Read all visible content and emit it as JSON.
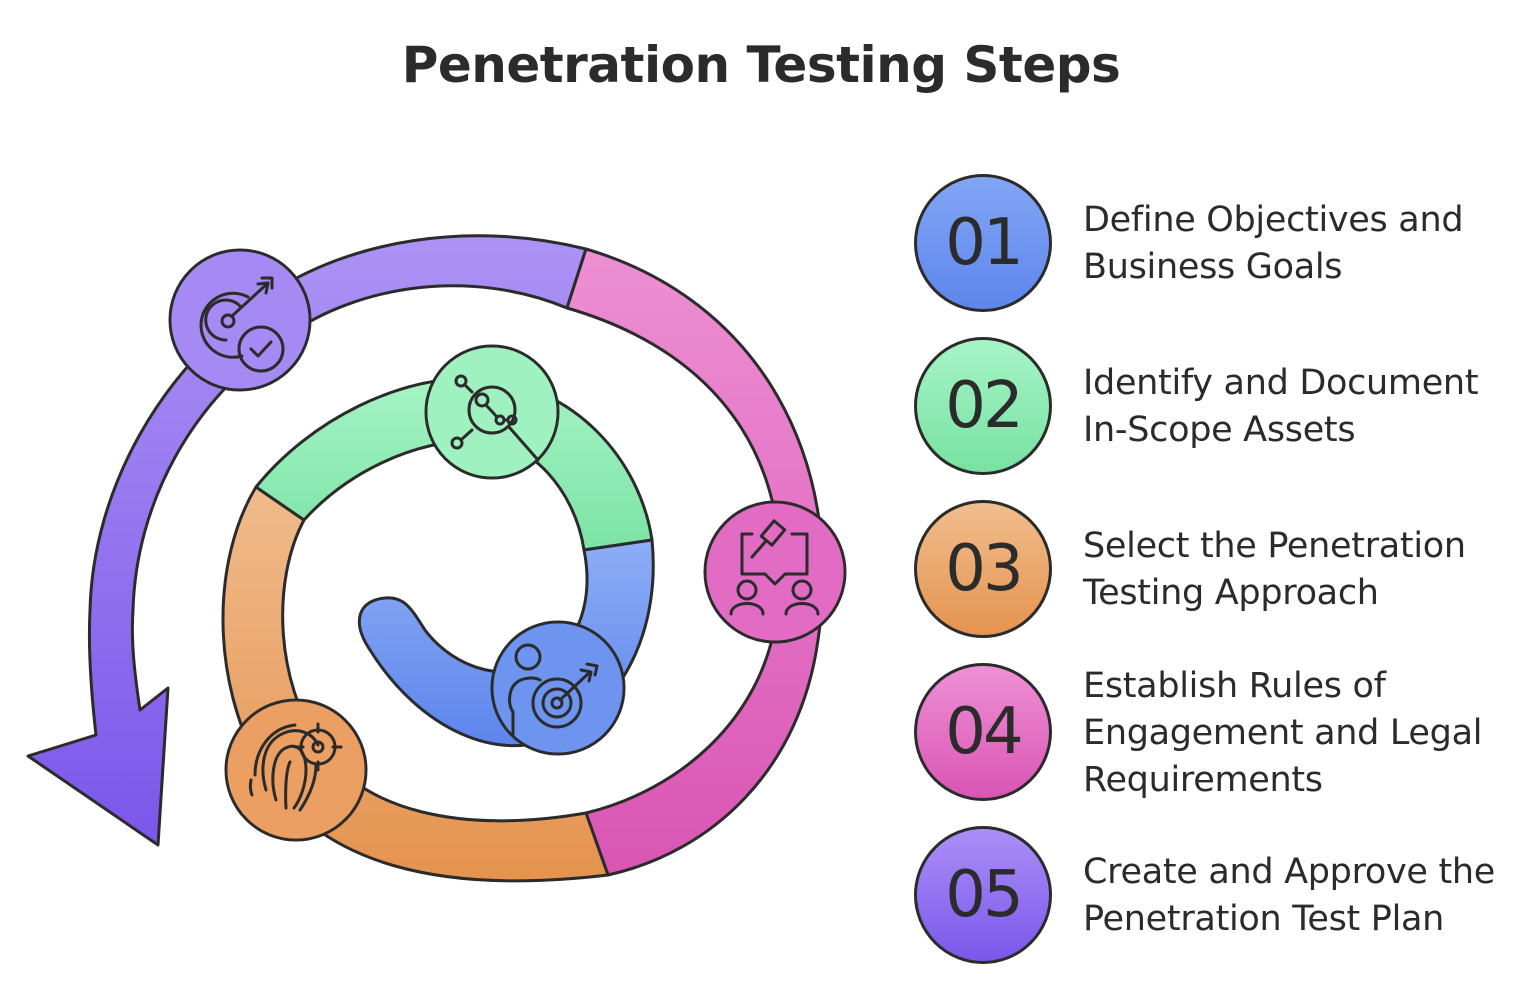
{
  "title": "Penetration Testing Steps",
  "steps": [
    {
      "number": "01",
      "label": "Define Objectives and Business Goals",
      "color_top": "#7fa3f5",
      "color_bottom": "#5f86ec"
    },
    {
      "number": "02",
      "label": "Identify and Document In-Scope Assets",
      "color_top": "#a3f3c4",
      "color_bottom": "#79e3a3"
    },
    {
      "number": "03",
      "label": "Select the Penetration Testing Approach",
      "color_top": "#f0b98a",
      "color_bottom": "#e69752"
    },
    {
      "number": "04",
      "label": "Establish Rules of Engagement and Legal Requirements",
      "color_top": "#ec8ad2",
      "color_bottom": "#d957b5"
    },
    {
      "number": "05",
      "label": "Create and Approve the Penetration Test Plan",
      "color_top": "#a88af6",
      "color_bottom": "#7c5cec"
    }
  ],
  "icons": [
    "target-check-icon",
    "network-search-icon",
    "negotiation-icon",
    "person-target-icon",
    "fingerprint-target-icon"
  ]
}
